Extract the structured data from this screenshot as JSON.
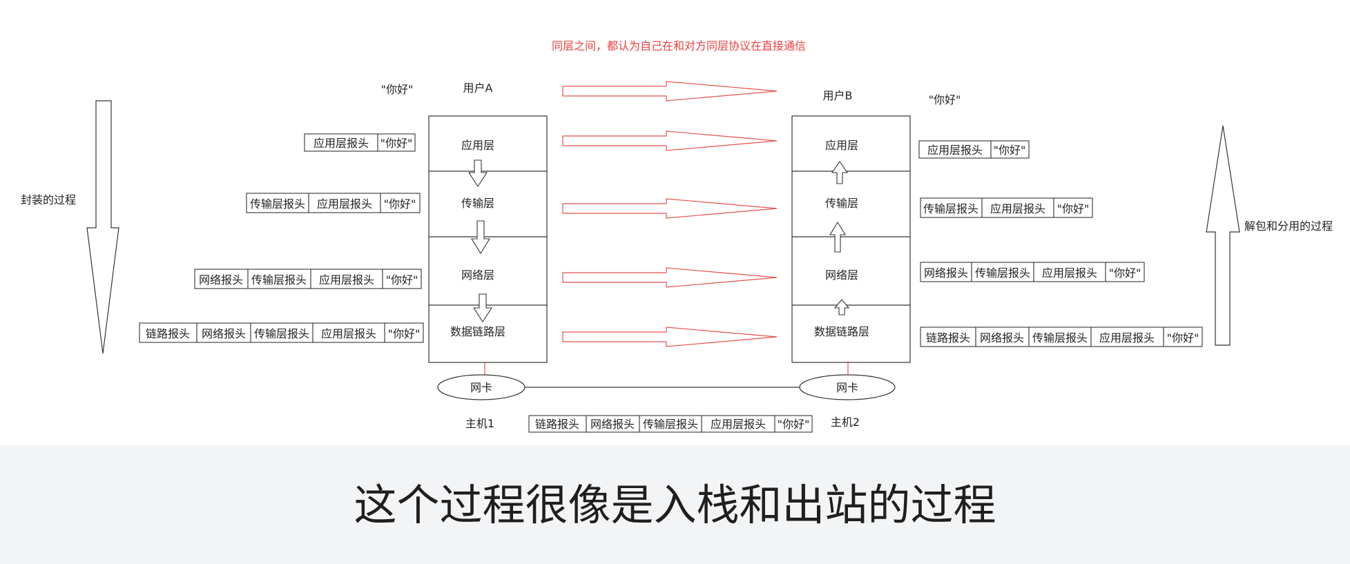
{
  "note": "同层之间，都认为自己在和对方同层协议在直接通信",
  "hosts": {
    "a": {
      "user": "用户A",
      "message": "\"你好\"",
      "label": "主机1",
      "nic": "网卡"
    },
    "b": {
      "user": "用户B",
      "message": "\"你好\"",
      "label": "主机2",
      "nic": "网卡"
    }
  },
  "layers": [
    "应用层",
    "传输层",
    "网络层",
    "数据链路层"
  ],
  "process": {
    "encapsulation": "封装的过程",
    "decapsulation": "解包和分用的过程"
  },
  "headers": {
    "app": "应用层报头",
    "transport": "传输层报头",
    "network": "网络报头",
    "link": "链路报头",
    "payload": "\"你好\""
  },
  "caption": "这个过程很像是入栈和出站的过程",
  "colors": {
    "peer_arrow": "#e5514d",
    "note_text": "#e8423f",
    "line": "#333333"
  }
}
